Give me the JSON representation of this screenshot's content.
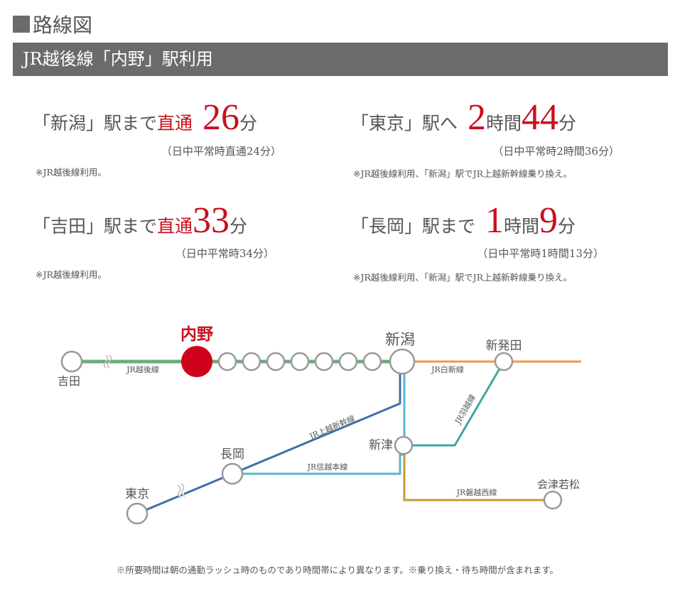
{
  "title": "路線図",
  "banner": "JR越後線「内野」駅利用",
  "routes": [
    {
      "pre": "「新潟」駅まで",
      "direct": "直通",
      "n1": "26",
      "u1": "分",
      "sub": "（日中平常時直通24分）",
      "note": "※JR越後線利用。"
    },
    {
      "pre": "「吉田」駅まで",
      "direct": "直通",
      "n1": "33",
      "u1": "分",
      "sub": "（日中平常時34分）",
      "note": "※JR越後線利用。"
    },
    {
      "pre": "「東京」駅へ",
      "n1": "2",
      "u1": "時間",
      "n2": "44",
      "u2": "分",
      "sub": "（日中平常時2時間36分）",
      "note": "※JR越後線利用、「新潟」駅でJR上越新幹線乗り換え。"
    },
    {
      "pre": "「長岡」駅まで",
      "n1": "1",
      "u1": "時間",
      "n2": "9",
      "u2": "分",
      "sub": "（日中平常時1時間13分）",
      "note": "※JR越後線利用、「新潟」駅でJR上越新幹線乗り換え。"
    }
  ],
  "map": {
    "stations": {
      "uchino": "内野",
      "yoshida": "吉田",
      "niigata": "新潟",
      "shibata": "新発田",
      "niitsu": "新津",
      "nagaoka": "長岡",
      "tokyo": "東京",
      "aizu": "会津若松"
    },
    "lines": {
      "echigo": "JR越後線",
      "hakushin": "JR白新線",
      "uetsu": "JR羽越線",
      "joetsu": "JR上越新幹線",
      "shinetsu": "JR信越本線",
      "banetsu": "JR磐越西線"
    },
    "colors": {
      "echigo": "#6aae7a",
      "hakushin": "#ec9a45",
      "uetsu": "#3fa6a0",
      "joetsu": "#3f6fa8",
      "shinetsu": "#5ab3d6",
      "banetsu": "#c49a3a",
      "uchino": "#d0021b"
    }
  },
  "footer": "※所要時間は朝の通勤ラッシュ時のものであり時間帯により異なります。※乗り換え・待ち時間が含まれます。"
}
